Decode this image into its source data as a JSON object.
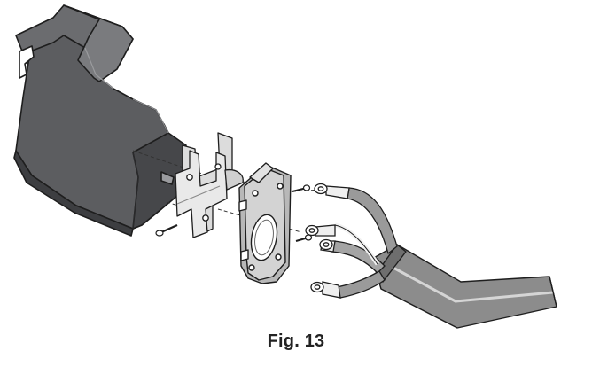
{
  "figure": {
    "caption": "Fig. 13",
    "parts": [
      "cover-bracket",
      "mounting-clip",
      "screw",
      "terminal-block-plate",
      "ring-terminal",
      "power-cord"
    ]
  },
  "colors": {
    "cover_fill": "#5c5d60",
    "cover_dark": "#46474a",
    "cover_light": "#7a7b7e",
    "cover_stroke": "#1e1e1e",
    "metal_fill": "#d9d9d9",
    "plate_fill": "#cfcfcf",
    "cord_fill": "#8c8c8c",
    "cord_light": "#bdbdbd",
    "wire_fill": "#efefef",
    "caption": "#222222"
  }
}
